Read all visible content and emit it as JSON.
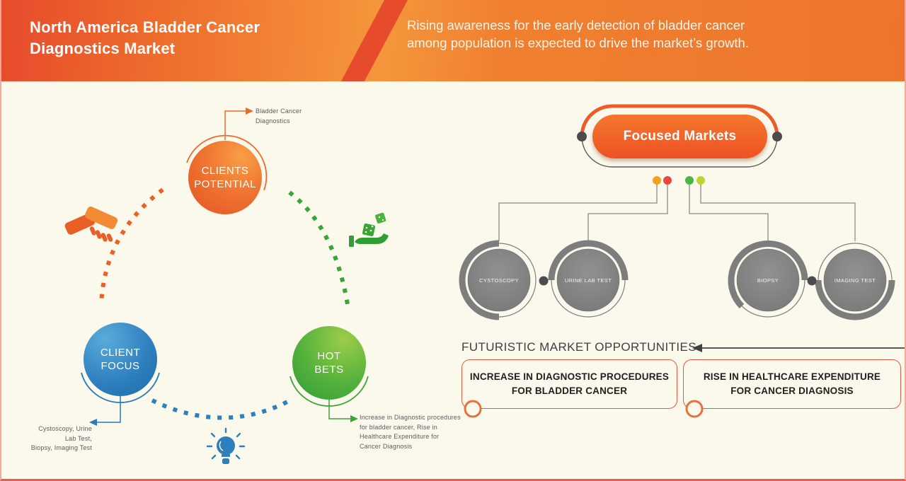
{
  "header": {
    "title": "North America Bladder Cancer\nDiagnostics Market",
    "subtitle": "Rising awareness for the early detection of bladder cancer\namong population is expected to drive the market’s growth."
  },
  "strategy_wheel": {
    "clients_potential": {
      "label": "CLIENTS\nPOTENTIAL",
      "annotation": "Bladder Cancer\nDiagnostics"
    },
    "client_focus": {
      "label": "CLIENT\nFOCUS",
      "annotation": "Cystoscopy, Urine\nLab Test,\nBiopsy, Imaging Test"
    },
    "hot_bets": {
      "label": "HOT\nBETS",
      "annotation": "Increase in Diagnostic procedures\nfor bladder cancer, Rise in\nHealthcare Expenditure for\nCancer Diagnosis"
    },
    "icons": [
      "handshake-icon",
      "dice-in-hand-icon",
      "lightbulb-icon"
    ]
  },
  "focused_markets": {
    "title": "Focused Markets",
    "nodes": [
      {
        "label": "CYSTOSCOPY"
      },
      {
        "label": "URINE LAB TEST"
      },
      {
        "label": "BIOPSY"
      },
      {
        "label": "IMAGING TEST"
      }
    ]
  },
  "opportunities": {
    "heading": "FUTURISTIC MARKET OPPORTUNITIES",
    "items": [
      {
        "text": "INCREASE IN DIAGNOSTIC PROCEDURES\nFOR BLADDER CANCER"
      },
      {
        "text": "RISE IN HEALTHCARE EXPENDITURE\nFOR CANCER DIAGNOSIS"
      }
    ]
  },
  "colors": {
    "header_gradient_start": "#e74b2d",
    "header_gradient_mid": "#f5963c",
    "header_gradient_end": "#ed742c",
    "body_background": "#fbf9ec",
    "accent_orange": "#ed5c28",
    "accent_blue": "#2e7fbd",
    "accent_green": "#3aa437",
    "node_gray": "#7d7d7d",
    "dot_orange": "#f7a01f",
    "dot_red": "#e8493c",
    "dot_green": "#4eb347",
    "dot_yellow_green": "#bfd431",
    "box_border": "#e2593c"
  }
}
